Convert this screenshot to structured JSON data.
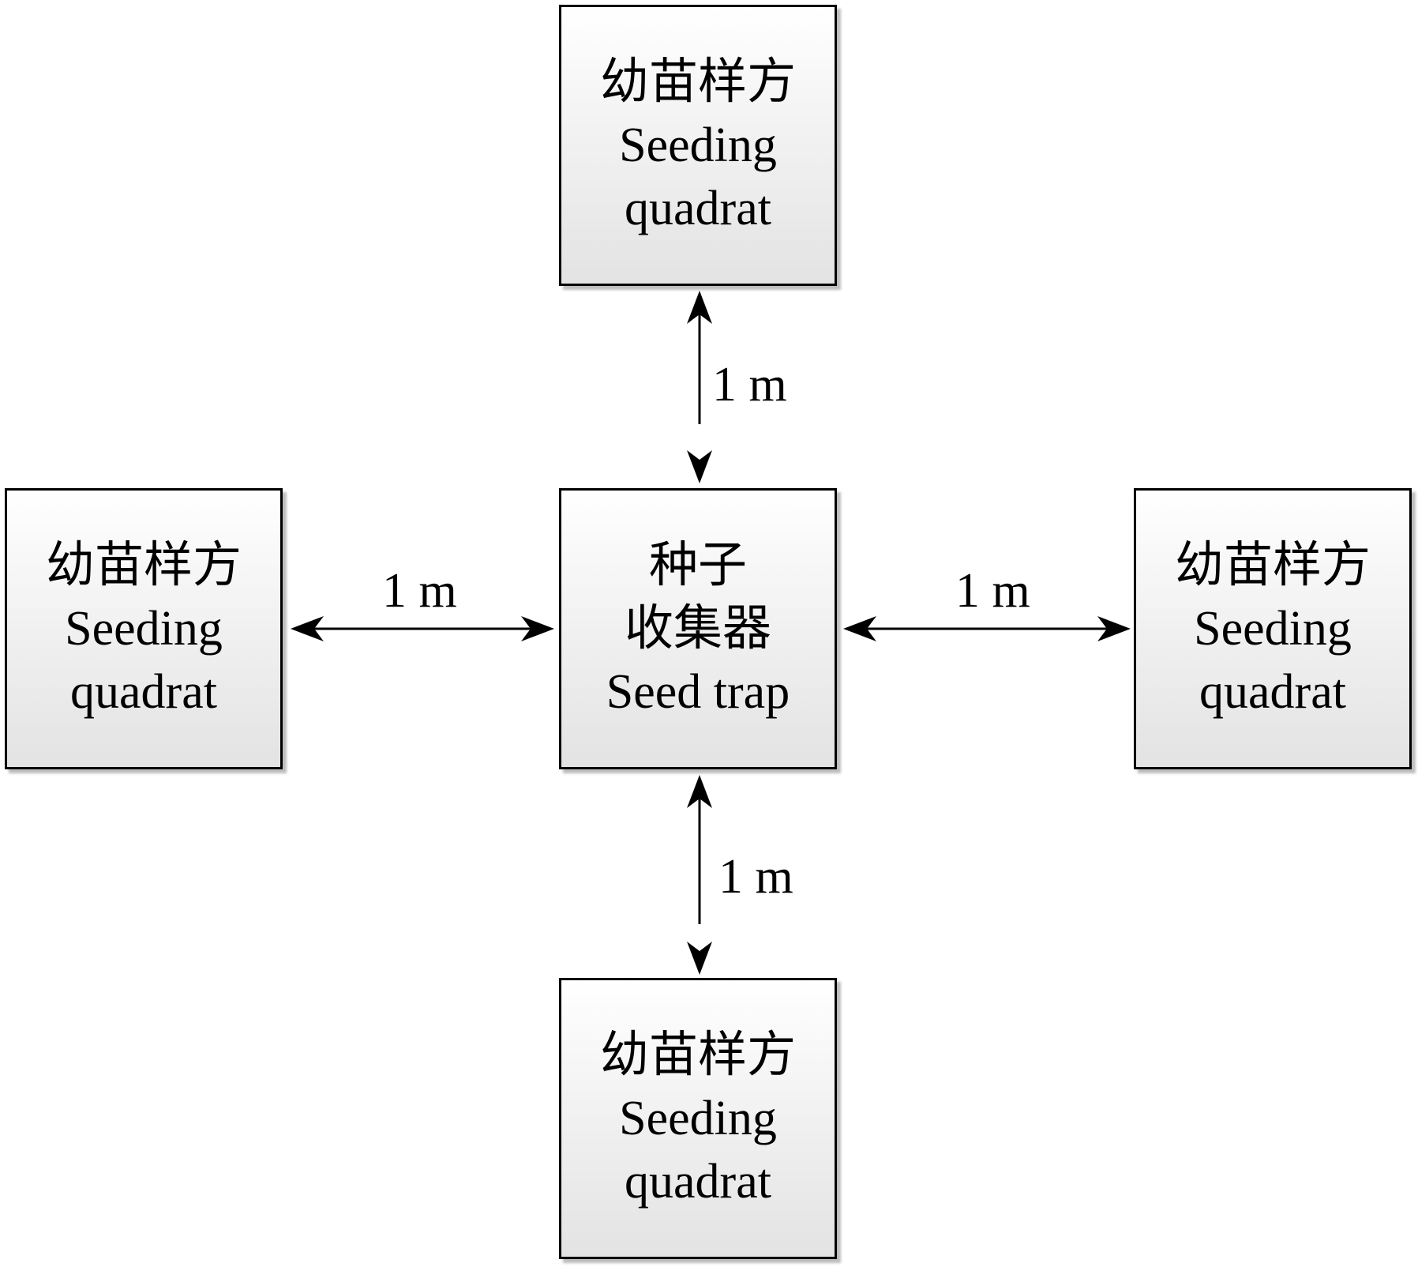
{
  "quadrat_top": {
    "zh": "幼苗样方",
    "en_line1": "Seeding",
    "en_line2": "quadrat"
  },
  "quadrat_left": {
    "zh": "幼苗样方",
    "en_line1": "Seeding",
    "en_line2": "quadrat"
  },
  "quadrat_right": {
    "zh": "幼苗样方",
    "en_line1": "Seeding",
    "en_line2": "quadrat"
  },
  "quadrat_bottom": {
    "zh": "幼苗样方",
    "en_line1": "Seeding",
    "en_line2": "quadrat"
  },
  "seed_trap": {
    "zh_line1": "种子",
    "zh_line2": "收集器",
    "en": "Seed trap"
  },
  "distances": {
    "top": "1 m",
    "left": "1 m",
    "right": "1 m",
    "bottom": "1 m"
  },
  "colors": {
    "box_border": "#000000",
    "box_fill_top": "#ffffff",
    "box_fill_bottom": "#e3e3e3",
    "arrow": "#000000"
  }
}
